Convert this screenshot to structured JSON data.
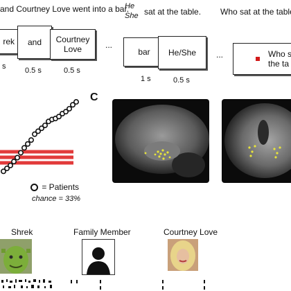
{
  "top": {
    "sentence1": "and Courtney Love went into a bar.",
    "he_she_1": "He",
    "he_she_2": "She",
    "sentence2": "sat at the table.",
    "question": "Who sat at the table?",
    "cards": {
      "shrek_partial": "rek",
      "and": "and",
      "courtney": "Courtney Love",
      "bar": "bar",
      "he_she": "He/She",
      "who_partial": "Who s the ta"
    },
    "ellipses": [
      "...",
      "..."
    ],
    "times": [
      "s",
      "0.5 s",
      "0.5 s",
      "1 s",
      "0.5 s"
    ]
  },
  "panel_c_label": "C",
  "legend": {
    "patients": "= Patients",
    "chance": "chance = 33%"
  },
  "bottom_labels": {
    "shrek": "Shrek",
    "family": "Family Member",
    "courtney": "Courtney Love"
  },
  "colors": {
    "chance_band": "#e23a3a",
    "activation": "#e8e43a",
    "question_marker": "#d21a1a"
  },
  "chart_data": {
    "type": "scatter",
    "series": [
      {
        "name": "Patients",
        "points": [
          [
            1,
            0.19
          ],
          [
            2,
            0.22
          ],
          [
            3,
            0.25
          ],
          [
            4,
            0.29
          ],
          [
            5,
            0.33
          ],
          [
            6,
            0.38
          ],
          [
            7,
            0.43
          ],
          [
            8,
            0.47
          ],
          [
            9,
            0.51
          ],
          [
            10,
            0.57
          ],
          [
            11,
            0.6
          ],
          [
            12,
            0.63
          ],
          [
            13,
            0.66
          ],
          [
            14,
            0.7
          ],
          [
            15,
            0.72
          ],
          [
            16,
            0.73
          ],
          [
            17,
            0.75
          ],
          [
            18,
            0.78
          ],
          [
            19,
            0.8
          ],
          [
            20,
            0.83
          ],
          [
            21,
            0.87
          ],
          [
            22,
            0.9
          ]
        ]
      }
    ],
    "chance_level": 0.33
  }
}
